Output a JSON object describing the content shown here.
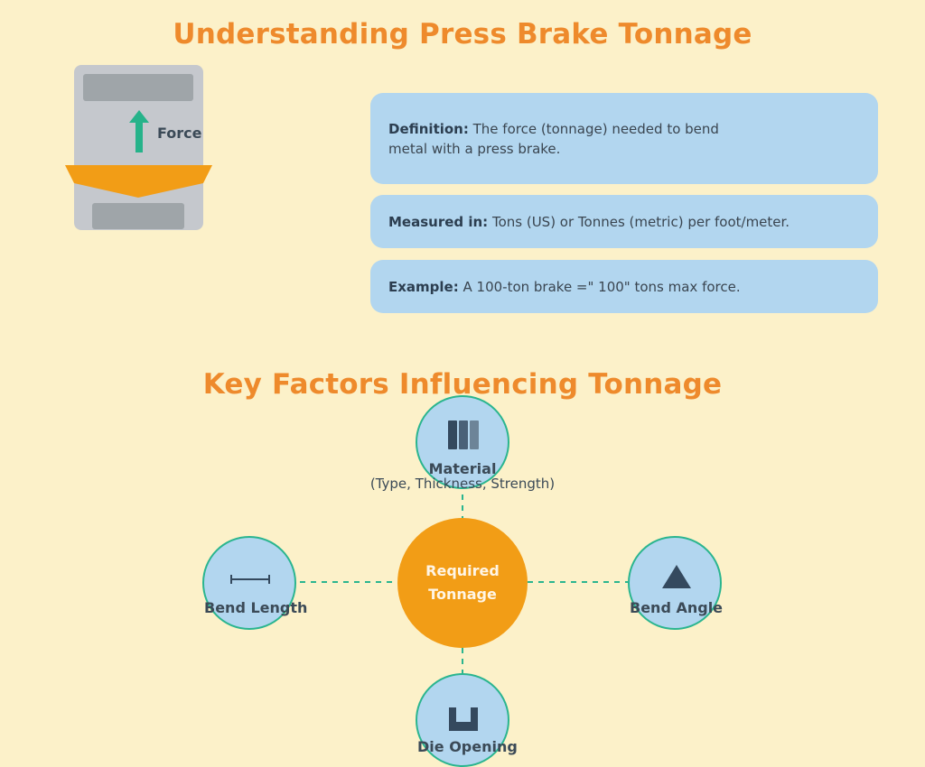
{
  "header": {
    "title": "Understanding Press Brake Tonnage"
  },
  "illustration": {
    "force_label": "Force",
    "arrow_color": "#26b38a",
    "plate_color": "#f29d16"
  },
  "cards": {
    "definition": {
      "label": "Definition:",
      "text": " The force (tonnage) needed to bend metal with a press brake."
    },
    "measured": {
      "label": "Measured in:",
      "text": " Tons (US) or Tonnes (metric) per foot/meter."
    },
    "example": {
      "label": "Example:",
      "text": " A 100-ton brake =\" 100\" tons max force."
    }
  },
  "factors": {
    "title": "Key Factors Influencing Tonnage",
    "center": {
      "line1": "Required",
      "line2": "Tonnage"
    },
    "material": {
      "label": "Material",
      "sub": "(Type, Thickness, Strength)",
      "icon": "material-bars-icon"
    },
    "bend_length": {
      "label": "Bend Length",
      "icon": "ruler-icon"
    },
    "bend_angle": {
      "label": "Bend Angle",
      "icon": "triangle-icon"
    },
    "die_opening": {
      "label": "Die Opening",
      "icon": "die-icon"
    }
  },
  "colors": {
    "background": "#fcf1c9",
    "title": "#ee8a2c",
    "card": "#b2d6ef",
    "node_border": "#2ab58f",
    "center": "#f29d16"
  }
}
